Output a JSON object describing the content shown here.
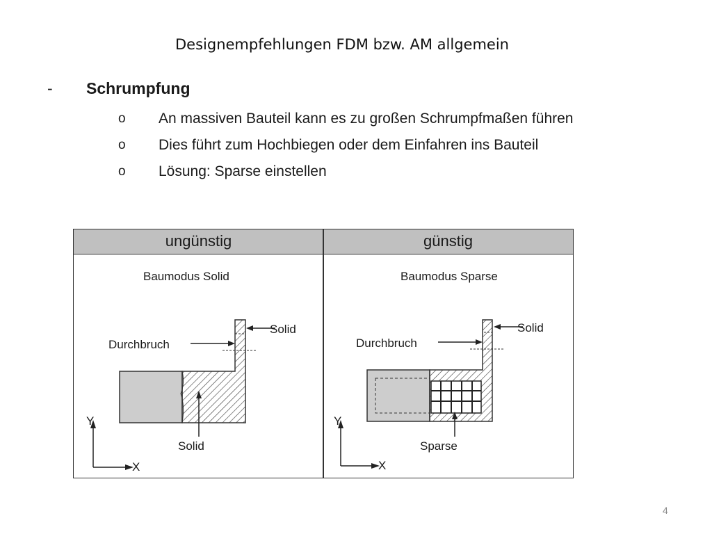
{
  "slide": {
    "title": "Designempfehlungen  FDM  bzw. AM allgemein",
    "bullet_marker": "-",
    "heading": "Schrumpfung",
    "sub_marker": "o",
    "sub_items": [
      "An massiven Bauteil kann es zu großen Schrumpfmaßen führen",
      "Dies führt zum Hochbiegen oder dem Einfahren ins Bauteil",
      "Lösung: Sparse einstellen"
    ],
    "page_number": "4"
  },
  "comparison": {
    "left": {
      "header": "ungünstig",
      "mode": "Baumodus Solid",
      "label_durchbruch": "Durchbruch",
      "label_solid_top": "Solid",
      "label_solid_bottom": "Solid",
      "axis_y": "Y",
      "axis_x": "X"
    },
    "right": {
      "header": "günstig",
      "mode": "Baumodus Sparse",
      "label_durchbruch": "Durchbruch",
      "label_solid_top": "Solid",
      "label_sparse": "Sparse",
      "axis_y": "Y",
      "axis_x": "X"
    }
  },
  "colors": {
    "table_header_bg": "#c0c0c0",
    "part_fill": "#cdcdcd"
  }
}
